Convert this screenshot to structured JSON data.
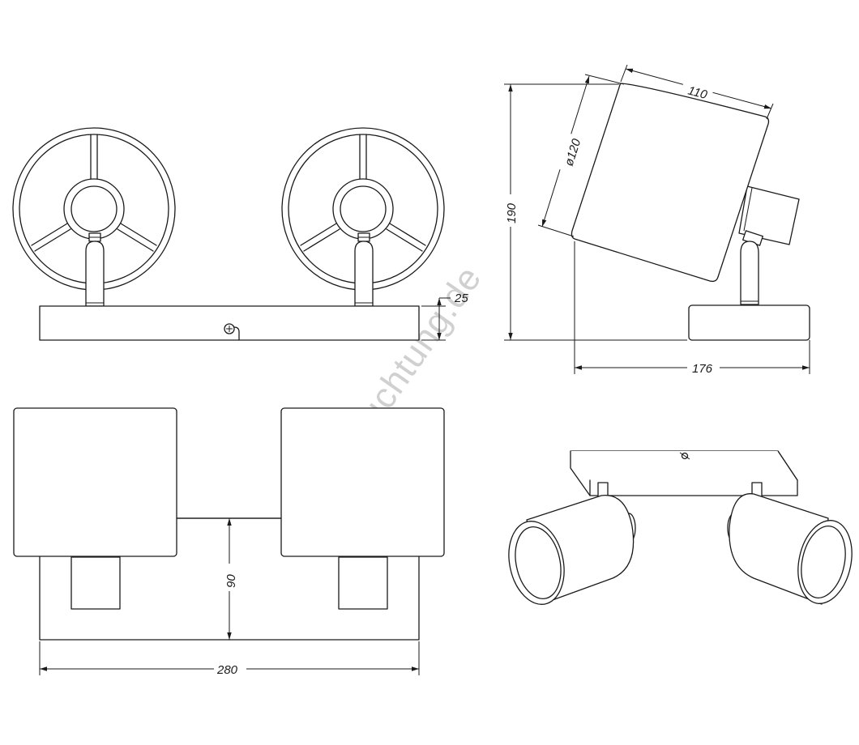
{
  "dimensions": {
    "base_height": "25",
    "height": "190",
    "shade_length": "110",
    "shade_diameter": "ø120",
    "depth": "176",
    "spacing": "90",
    "width": "280"
  },
  "watermark": "beleuchtung.de",
  "colors": {
    "line": "#1a1a1a",
    "watermark": "#d0d0d0",
    "background": "#ffffff"
  }
}
